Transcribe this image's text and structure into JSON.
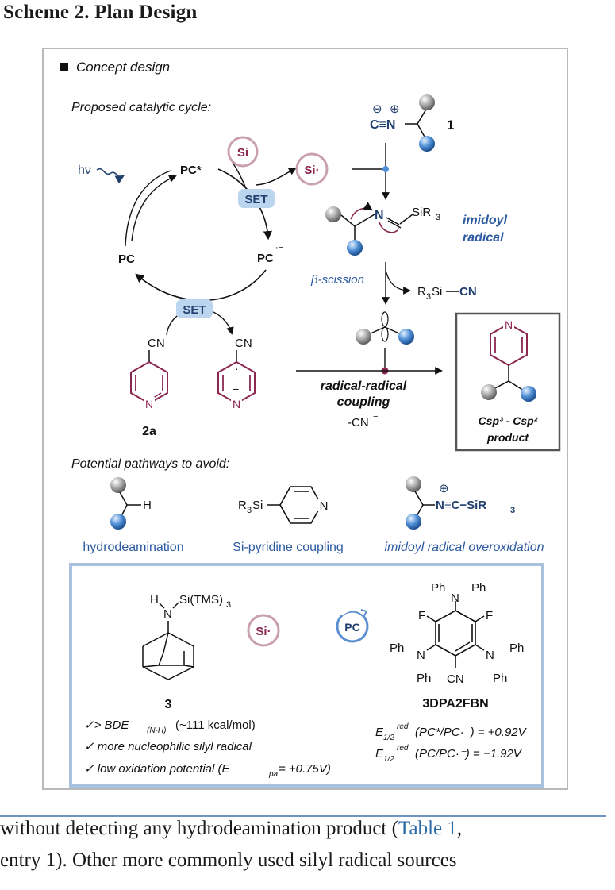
{
  "scheme_title": "Scheme 2. Plan Design",
  "concept": {
    "header": "Concept design",
    "cycle_label": "Proposed catalytic cycle:",
    "hv": "hν",
    "pc_star": "PC*",
    "pc": "PC",
    "pc_radanion": "PC",
    "si_reagent": "Si",
    "si_radical": "Si·",
    "set1": "SET",
    "set2": "SET",
    "compound1_label": "1",
    "compound1_formula": "C≡N",
    "imidoyl_sir3": "SiR",
    "imidoyl_label_1": "imidoyl",
    "imidoyl_label_2": "radical",
    "beta_scission": "β-scission",
    "r3si_cn_1": "R",
    "r3si_cn_2": "Si",
    "r3si_cn_3": "CN",
    "cn_top": "CN",
    "cn_top2": "CN",
    "n_ring": "N",
    "n_ring2": "N",
    "n_product": "N",
    "compound2a": "2a",
    "coupling_1": "radical-radical",
    "coupling_2": "coupling",
    "coupling_cn": "-CN",
    "product_label_1": "Csp³ - Csp²",
    "product_label_2": "product"
  },
  "avoid": {
    "label": "Potential pathways to avoid:",
    "h": "H",
    "r3si": "R",
    "r3si_b": "Si",
    "n_pyr": "N",
    "nc_sir3": "N≡C−SiR",
    "paths": [
      "hydrodeamination",
      "Si-pyridine coupling",
      "imidoyl radical overoxidation"
    ]
  },
  "reagents": {
    "h": "H",
    "n": "N",
    "si_tms": "Si(TMS)",
    "si_badge": "Si·",
    "pc_badge": "PC",
    "compound3": "3",
    "photocat_name": "3DPA2FBN",
    "ph": "Ph",
    "f": "F",
    "cn": "CN",
    "notes": [
      "✓> BDE",
      "✓ more nucleophilic silyl radical",
      "✓ low oxidation potential (E"
    ],
    "bde_sub": "(N-H)",
    "bde_val": "(~111  kcal/mol)",
    "epa_sub": "pa",
    "epa_val": " = +0.75V)",
    "e12_1": "(PC*/PC·⁻) = +0.92V",
    "e12_2": "(PC/PC·⁻) = −1.92V",
    "e_label": "E",
    "e_sub": "1/2",
    "e_sup": "red"
  },
  "body_text": {
    "line1_a": "without detecting any hydrodeamination product (",
    "line1_ref": "Table 1",
    "line1_b": ",",
    "line2": "entry 1). Other more commonly used silyl radical sources"
  },
  "colors": {
    "navy": "#21406e",
    "maroon": "#8a2750",
    "blue_label": "#2b5aa0",
    "set_fill": "#bcd5ef",
    "si_ring": "#caa0b0",
    "box_border": "#a9c3df",
    "pc_circle": "#5b8fd0"
  }
}
